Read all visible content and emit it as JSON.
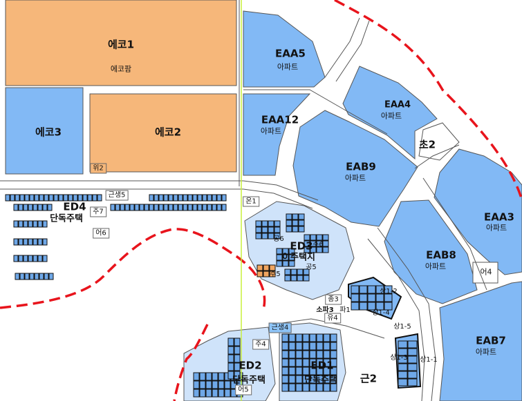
{
  "colors": {
    "apartment": "#82b9f5",
    "eco": "#f6b77a",
    "road": "#ffffff",
    "road_edge": "#555555",
    "boundary": "#e8141c",
    "guide_line": "#c8f03c",
    "building": "#6fa8e8",
    "shop": "#f0a560"
  },
  "zones": {
    "eco1": {
      "code": "에코1",
      "use": "에코팜"
    },
    "eco2": {
      "code": "에코2"
    },
    "eco3": {
      "code": "에코3"
    },
    "eaa5": {
      "code": "EAA5",
      "use": "아파트"
    },
    "eaa12": {
      "code": "EAA12",
      "use": "아파트"
    },
    "eaa4": {
      "code": "EAA4",
      "use": "아파트"
    },
    "eab9": {
      "code": "EAB9",
      "use": "아파트"
    },
    "eaa3": {
      "code": "EAA3",
      "use": "아파트"
    },
    "eab8": {
      "code": "EAB8",
      "use": "아파트"
    },
    "eab7": {
      "code": "EAB7",
      "use": "아파트"
    },
    "ed3": {
      "code": "ED3",
      "use": "이주택지"
    },
    "ed4": {
      "code": "ED4",
      "use": "단독주택"
    },
    "ed2": {
      "code": "ED2",
      "use": "단독주택"
    },
    "ed1": {
      "code": "ED1",
      "use": "단독주택"
    }
  },
  "tags": {
    "cho2": "초2",
    "geun2": "근2",
    "geunsaeng5": "근생5",
    "geunsaeng4": "근생4",
    "ju7": "주7",
    "ju4": "주4",
    "eo6": "어6",
    "eo4": "어4",
    "eo5": "어5",
    "on1": "온1",
    "wi2": "위2",
    "jong3": "종3",
    "sopa": "소파3",
    "pa1": "파1",
    "u4": "유4",
    "ju6": "주6",
    "ju5": "주5",
    "gong6": "공6",
    "gong5": "공5",
    "sang1_2": "상1-2",
    "sang1_4": "상1-4",
    "sang1_5": "상1-5",
    "sang1_3": "상1-3",
    "sang1_1": "상1-1"
  }
}
